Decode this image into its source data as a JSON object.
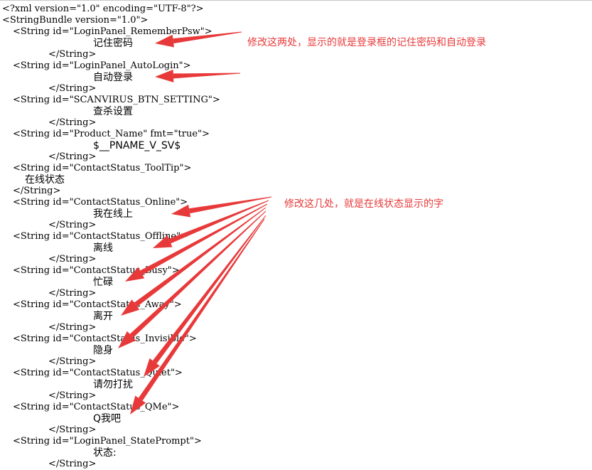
{
  "code_lines": [
    "<?xml version=\"1.0\" encoding=\"UTF-8\"?>",
    "<StringBundle version=\"1.0\">",
    "  <String id=\"LoginPanel_RememberPsw\">",
    "        记住密码",
    "        </String>",
    "  <String id=\"LoginPanel_AutoLogin\">",
    "        自动登录",
    "        </String>",
    "  <String id=\"SCANVIRUS_BTN_SETTING\">",
    "        查杀设置",
    "        </String>",
    "  <String id=\"Product_Name\" fmt=\"true\">",
    "        $__PNAME_V_SV$",
    "        </String>",
    "  <String id=\"ContactStatus_ToolTip\">",
    "  在线状态",
    "  </String>",
    "  <String id=\"ContactStatus_Online\">",
    "        我在线上",
    "        </String>",
    "  <String id=\"ContactStatus_Offline\">",
    "        离线",
    "        </String>",
    "  <String id=\"ContactStatus_Busy\">",
    "        忙碌",
    "        </String>",
    "  <String id=\"ContactStatus_Away\">",
    "        离开",
    "        </String>",
    "  <String id=\"ContactStatus_Invisible\">",
    "        隐身",
    "        </String>",
    "  <String id=\"ContactStatus_Quiet\">",
    "        请勿打扰",
    "        </String>",
    "  <String id=\"ContactStatus_QMe\">",
    "        Q我吧",
    "        </String>",
    "  <String id=\"LoginPanel_StatePrompt\">",
    "        状态:",
    "        </String>"
  ],
  "annotations": {
    "note1": "修改这两处，显示的就是登录框的记住密码和自动登录",
    "note2": "修改这几处，就是在线状态显示的字"
  },
  "colors": {
    "annotation": "#e8393a",
    "text": "#000000",
    "background": "#ffffff"
  }
}
